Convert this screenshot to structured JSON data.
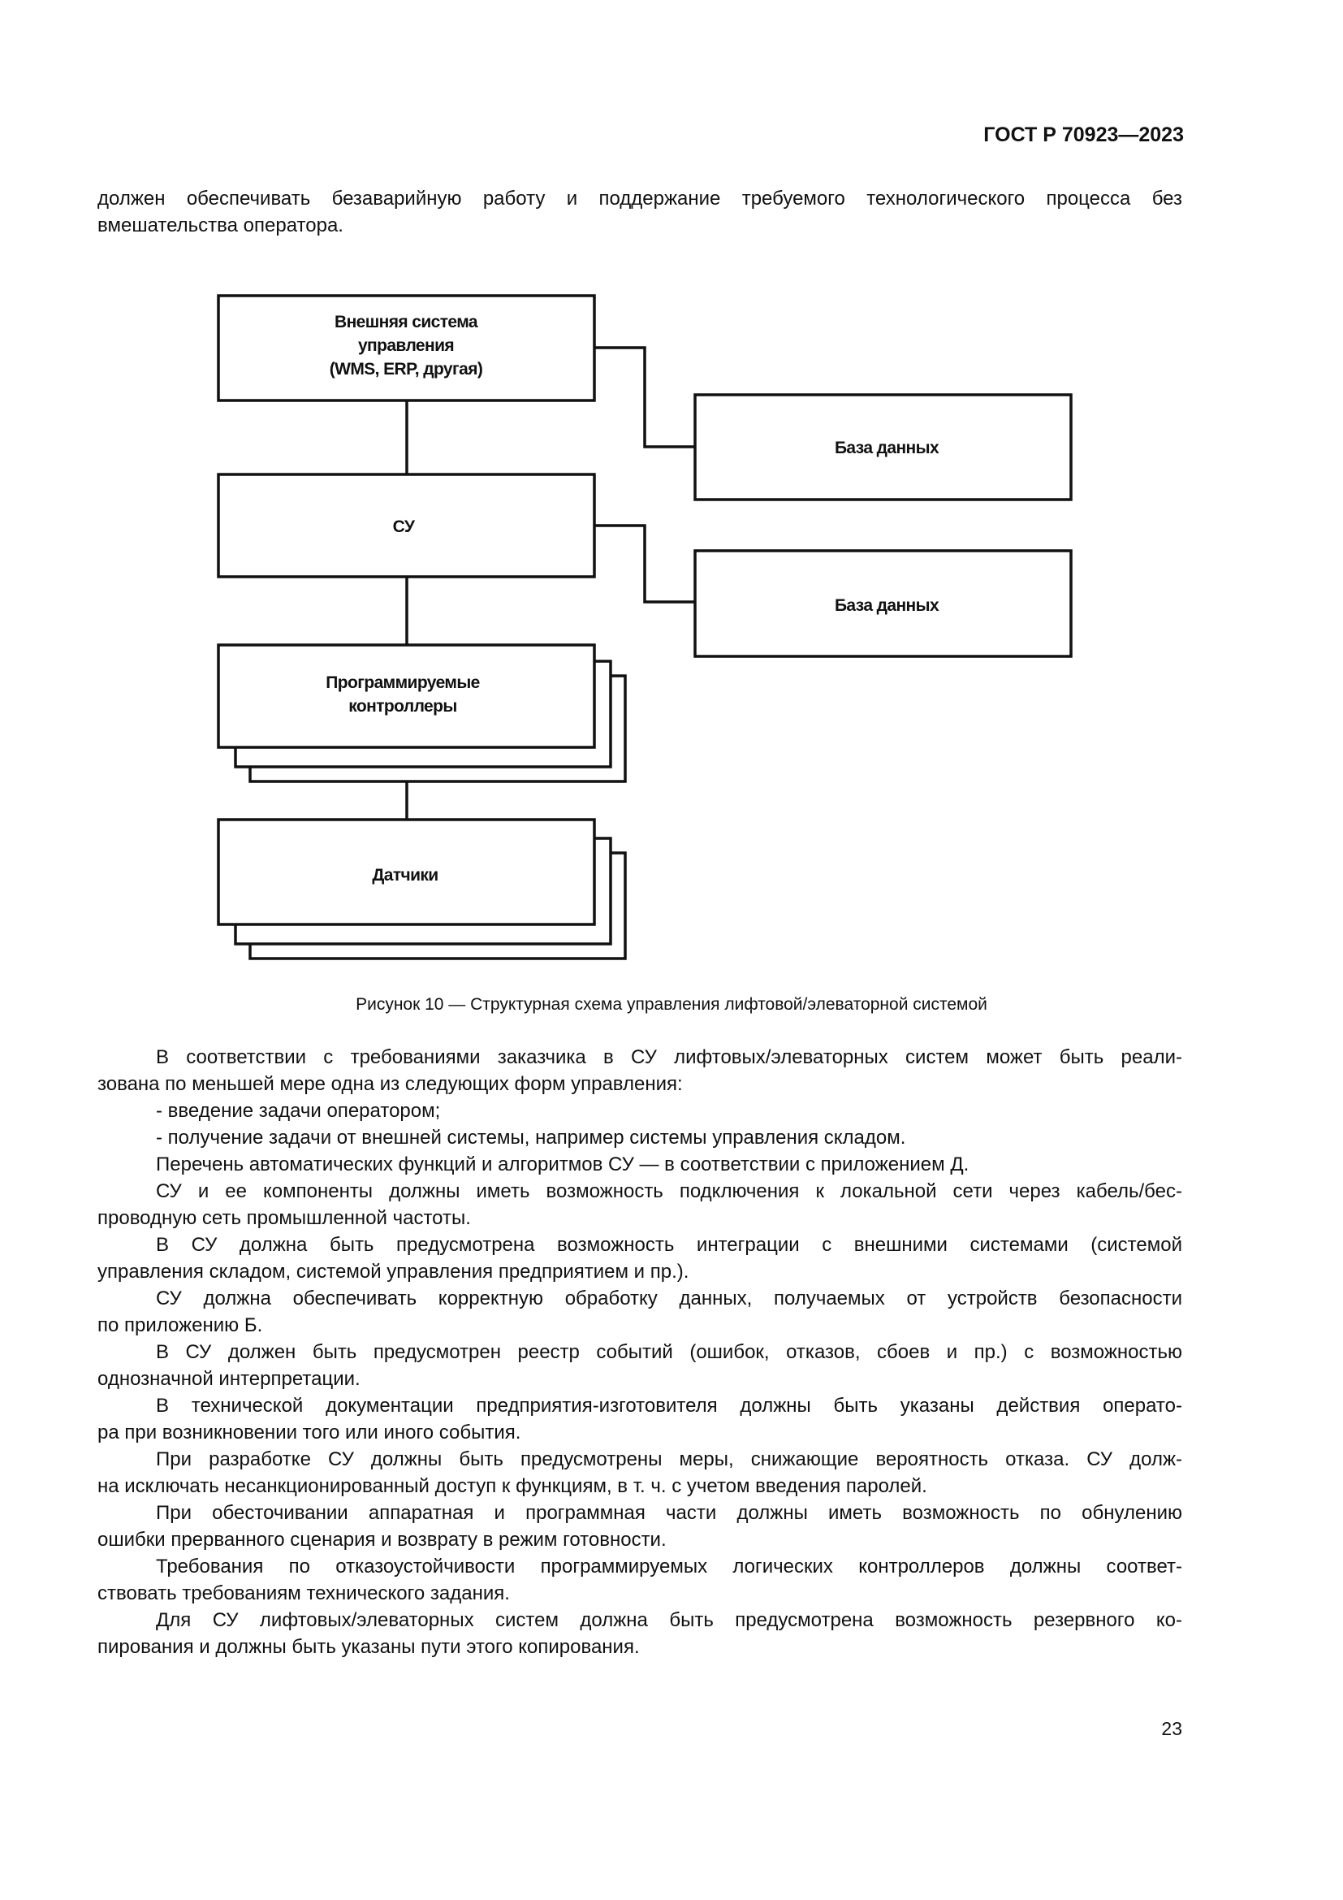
{
  "header": {
    "doc_code": "ГОСТ Р 70923—2023"
  },
  "intro_lines": [
    "должен обеспечивать безаварийную работу и поддержание требуемого технологического процесса без",
    "вмешательства оператора."
  ],
  "figure": {
    "boxes": {
      "external_line1": "Внешняя система",
      "external_line2": "управления",
      "external_line3": "(WMS, ERP, другая)",
      "db1": "База данных",
      "cu": "СУ",
      "db2": "База данных",
      "plc_line1": "Программируемые",
      "plc_line2": "контроллеры",
      "sensors": "Датчики"
    },
    "caption": "Рисунок 10 — Структурная схема управления лифтовой/элеваторной системой"
  },
  "body_paragraphs": [
    {
      "indent": true,
      "lines": [
        "В соответствии с требованиями заказчика в СУ лифтовых/элеваторных систем может быть реали-",
        "зована по меньшей мере одна из следующих форм управления:"
      ]
    },
    {
      "indent": true,
      "lines": [
        "-  введение задачи оператором;"
      ]
    },
    {
      "indent": true,
      "lines": [
        "-  получение задачи от внешней системы, например системы управления складом."
      ]
    },
    {
      "indent": true,
      "lines": [
        "Перечень автоматических функций и алгоритмов СУ — в соответствии с приложением Д."
      ]
    },
    {
      "indent": true,
      "lines": [
        "СУ и ее компоненты должны иметь возможность подключения к локальной сети через кабель/бес-",
        "проводную сеть промышленной частоты."
      ]
    },
    {
      "indent": true,
      "lines": [
        "В СУ должна быть предусмотрена возможность интеграции с внешними системами (системой",
        "управления складом, системой управления предприятием и пр.)."
      ]
    },
    {
      "indent": true,
      "lines": [
        "СУ должна обеспечивать корректную обработку данных, получаемых от устройств безопасности",
        "по приложению Б."
      ]
    },
    {
      "indent": true,
      "lines": [
        "В СУ должен быть предусмотрен реестр событий (ошибок, отказов, сбоев и пр.) с возможностью",
        "однозначной интерпретации."
      ]
    },
    {
      "indent": true,
      "lines": [
        "В технической документации предприятия-изготовителя должны быть указаны действия операто-",
        "ра при возникновении того или иного события."
      ]
    },
    {
      "indent": true,
      "lines": [
        "При разработке СУ должны быть предусмотрены меры, снижающие вероятность отказа. СУ долж-",
        "на исключать несанкционированный доступ к функциям, в т. ч. с учетом введения паролей."
      ]
    },
    {
      "indent": true,
      "lines": [
        "При обесточивании аппаратная и программная части должны иметь возможность по обнулению",
        "ошибки прерванного сценария и возврату в режим готовности."
      ]
    },
    {
      "indent": true,
      "lines": [
        "Требования по отказоустойчивости программируемых логических контроллеров должны соответ-",
        "ствовать требованиям технического задания."
      ]
    },
    {
      "indent": true,
      "lines": [
        "Для СУ лифтовых/элеваторных систем должна быть предусмотрена возможность резервного ко-",
        "пирования и должны быть указаны пути этого копирования."
      ]
    }
  ],
  "page_number": "23"
}
